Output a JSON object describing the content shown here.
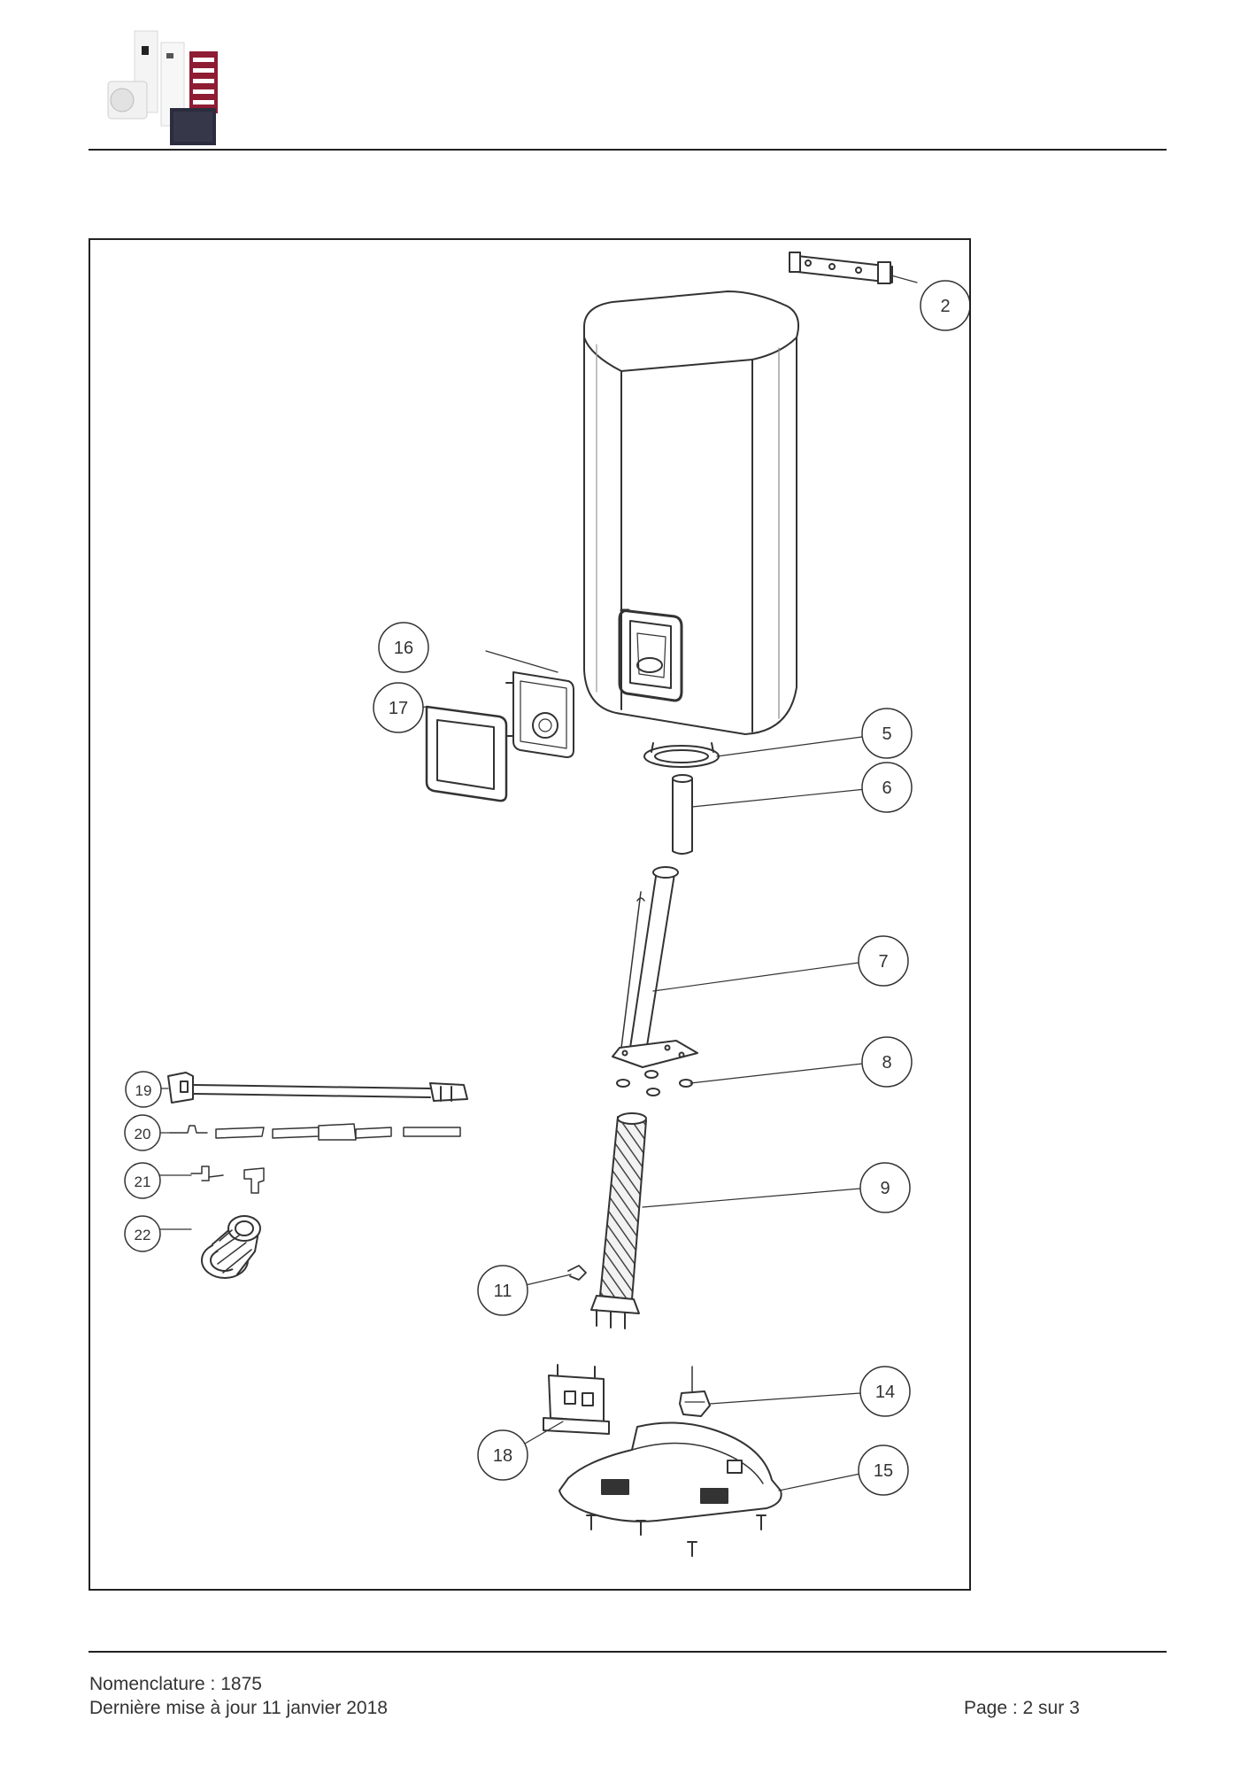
{
  "footer": {
    "nomenclature": "Nomenclature : 1875",
    "last_update": "Dernière mise à jour 11 janvier 2018",
    "page": "Page : 2 sur 3"
  },
  "diagram": {
    "callouts": [
      {
        "id": "2",
        "label": "2"
      },
      {
        "id": "5",
        "label": "5"
      },
      {
        "id": "6",
        "label": "6"
      },
      {
        "id": "7",
        "label": "7"
      },
      {
        "id": "8",
        "label": "8"
      },
      {
        "id": "9",
        "label": "9"
      },
      {
        "id": "11",
        "label": "11"
      },
      {
        "id": "14",
        "label": "14"
      },
      {
        "id": "15",
        "label": "15"
      },
      {
        "id": "16",
        "label": "16"
      },
      {
        "id": "17",
        "label": "17"
      },
      {
        "id": "18",
        "label": "18"
      },
      {
        "id": "19",
        "label": "19"
      },
      {
        "id": "20",
        "label": "20"
      },
      {
        "id": "21",
        "label": "21"
      },
      {
        "id": "22",
        "label": "22"
      }
    ]
  }
}
